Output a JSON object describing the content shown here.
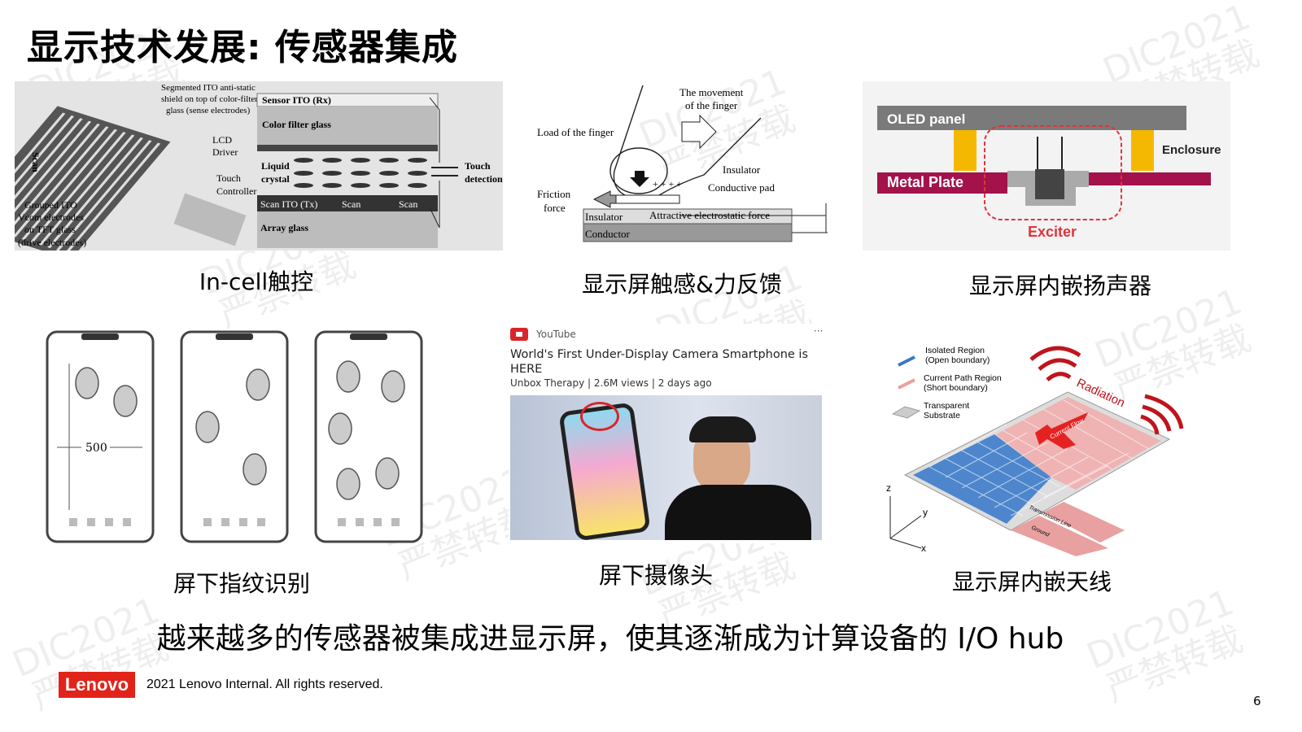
{
  "title": "显示技术发展: 传感器集成",
  "watermark": {
    "line1": "DIC2021",
    "line2": "严禁转载"
  },
  "captions": {
    "incell": "In-cell触控",
    "haptic": "显示屏触感&力反馈",
    "speaker": "显示屏内嵌扬声器",
    "fingerprint": "屏下指纹识别",
    "camera": "屏下摄像头",
    "antenna": "显示屏内嵌天线"
  },
  "incell": {
    "seg": "Segmented ITO anti-static",
    "seg2": "shield on top of color-filter",
    "seg3": "glass (sense electrodes)",
    "sensor": "Sensor ITO (Rx)",
    "cf": "Color filter glass",
    "lcd1": "LCD",
    "lcd2": "Driver",
    "liquid1": "Liquid",
    "liquid2": "crystal",
    "touch1": "Touch",
    "touch2": "Controller",
    "td1": "Touch",
    "td2": "detection",
    "scanito": "Scan ITO (Tx)",
    "scan": "Scan",
    "array": "Array glass",
    "scanlabel": "Scan",
    "g1": "Grouped ITO",
    "g2": "Vcom electrodes",
    "g3": "on TFT glass",
    "g4": "(drive electrodes)"
  },
  "haptic": {
    "move1": "The movement",
    "move2": "of the finger",
    "load": "Load of the finger",
    "insulator": "Insulator",
    "pad": "Conductive pad",
    "fric1": "Friction",
    "fric2": "force",
    "ins2": "Insulator",
    "attr": "Attractive electrostatic force",
    "cond": "Conductor"
  },
  "speaker": {
    "oled": "OLED panel",
    "metal": "Metal Plate",
    "enclosure": "Enclosure",
    "exciter": "Exciter"
  },
  "fingerprint": {
    "dim": "500"
  },
  "youtube": {
    "source": "YouTube",
    "more": "···",
    "title": "World's First Under-Display Camera Smartphone is HERE",
    "meta": "Unbox Therapy | 2.6M views | 2 days ago"
  },
  "antenna": {
    "iso1": "Isolated Region",
    "iso2": "(Open boundary)",
    "cur1": "Current Path Region",
    "cur2": "(Short boundary)",
    "sub1": "Transparent",
    "sub2": "Substrate",
    "radiation": "Radiation",
    "flow": "Current Flow",
    "tline": "Transmission Line",
    "ground": "Ground",
    "z": "z",
    "y": "y",
    "x": "x"
  },
  "summary": "越来越多的传感器被集成进显示屏，使其逐渐成为计算设备的 I/O hub",
  "footer": {
    "logo": "Lenovo",
    "copyright": "2021 Lenovo Internal. All rights reserved.",
    "page": "6"
  }
}
